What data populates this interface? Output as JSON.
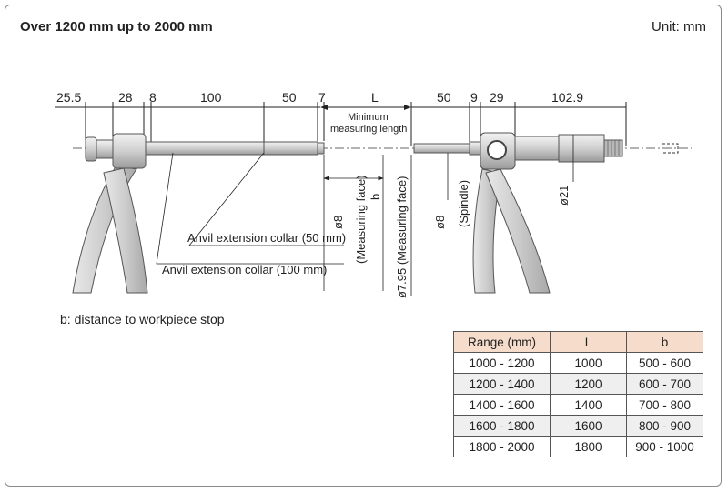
{
  "title": "Over 1200 mm up to 2000 mm",
  "unit": "Unit: mm",
  "note": "b: distance to workpiece stop",
  "dimensions_left": [
    "25.5",
    "28",
    "8",
    "100",
    "50",
    "7"
  ],
  "dimension_L": "L",
  "dimensions_right": [
    "50",
    "9",
    "29",
    "102.9"
  ],
  "min_length": [
    "Minimum",
    "measuring length"
  ],
  "collar_50": "Anvil extension collar (50 mm)",
  "collar_100": "Anvil extension collar (100 mm)",
  "measuring_face_left": "ø8",
  "measuring_face_left_sub": "(Measuring face)",
  "b_label": "b",
  "measuring_face_right": "ø7.95 (Measuring face)",
  "spindle_dia": "ø8",
  "spindle_label": "(Spindle)",
  "dia21": "ø21",
  "table": {
    "headers": [
      "Range (mm)",
      "L",
      "b"
    ],
    "rows": [
      [
        "1000 - 1200",
        "1000",
        "500 - 600"
      ],
      [
        "1200 - 1400",
        "1200",
        "600 - 700"
      ],
      [
        "1400 - 1600",
        "1400",
        "700 - 800"
      ],
      [
        "1600 - 1800",
        "1600",
        "800 - 900"
      ],
      [
        "1800 - 2000",
        "1800",
        "900 - 1000"
      ]
    ]
  }
}
